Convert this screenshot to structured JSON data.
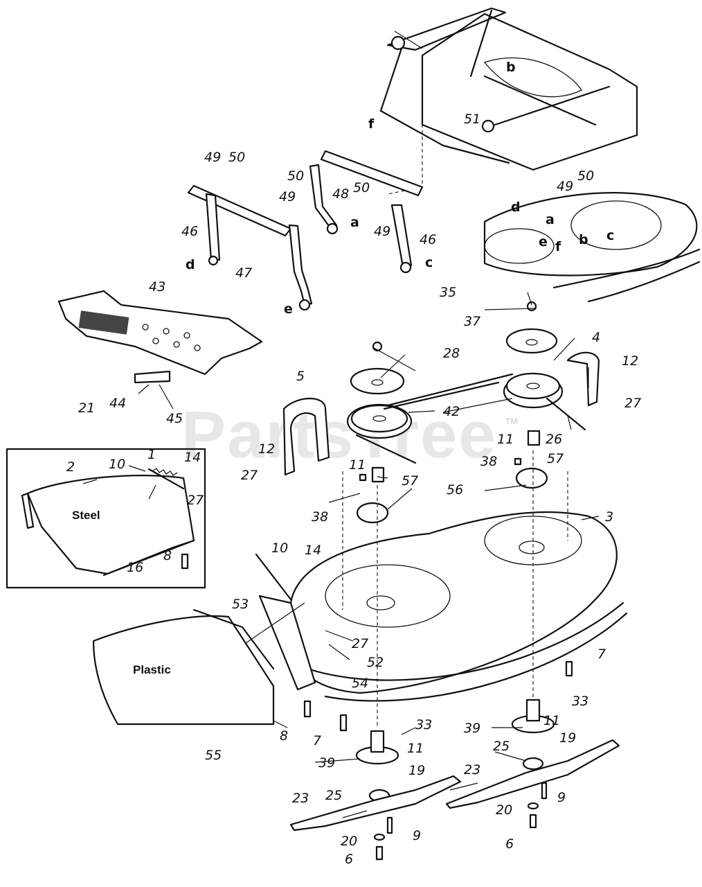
{
  "watermark": {
    "text": "PartsTree",
    "tm": "TM"
  },
  "materials": {
    "steel": "Steel",
    "plastic": "Plastic"
  },
  "letters": {
    "a": "a",
    "b": "b",
    "c": "c",
    "d": "d",
    "e": "e",
    "f": "f"
  },
  "callouts": {
    "n1": "1",
    "n2": "2",
    "n3": "3",
    "n4": "4",
    "n5": "5",
    "n6": "6",
    "n7": "7",
    "n8": "8",
    "n9": "9",
    "n10": "10",
    "n11": "11",
    "n12": "12",
    "n14": "14",
    "n16": "16",
    "n19": "19",
    "n20": "20",
    "n21": "21",
    "n23": "23",
    "n25": "25",
    "n26": "26",
    "n27": "27",
    "n28": "28",
    "n33": "33",
    "n35": "35",
    "n37": "37",
    "n38": "38",
    "n39": "39",
    "n42": "42",
    "n43": "43",
    "n44": "44",
    "n45": "45",
    "n46": "46",
    "n47": "47",
    "n48": "48",
    "n49": "49",
    "n50": "50",
    "n51": "51",
    "n52": "52",
    "n53": "53",
    "n54": "54",
    "n55": "55",
    "n56": "56",
    "n57": "57"
  }
}
